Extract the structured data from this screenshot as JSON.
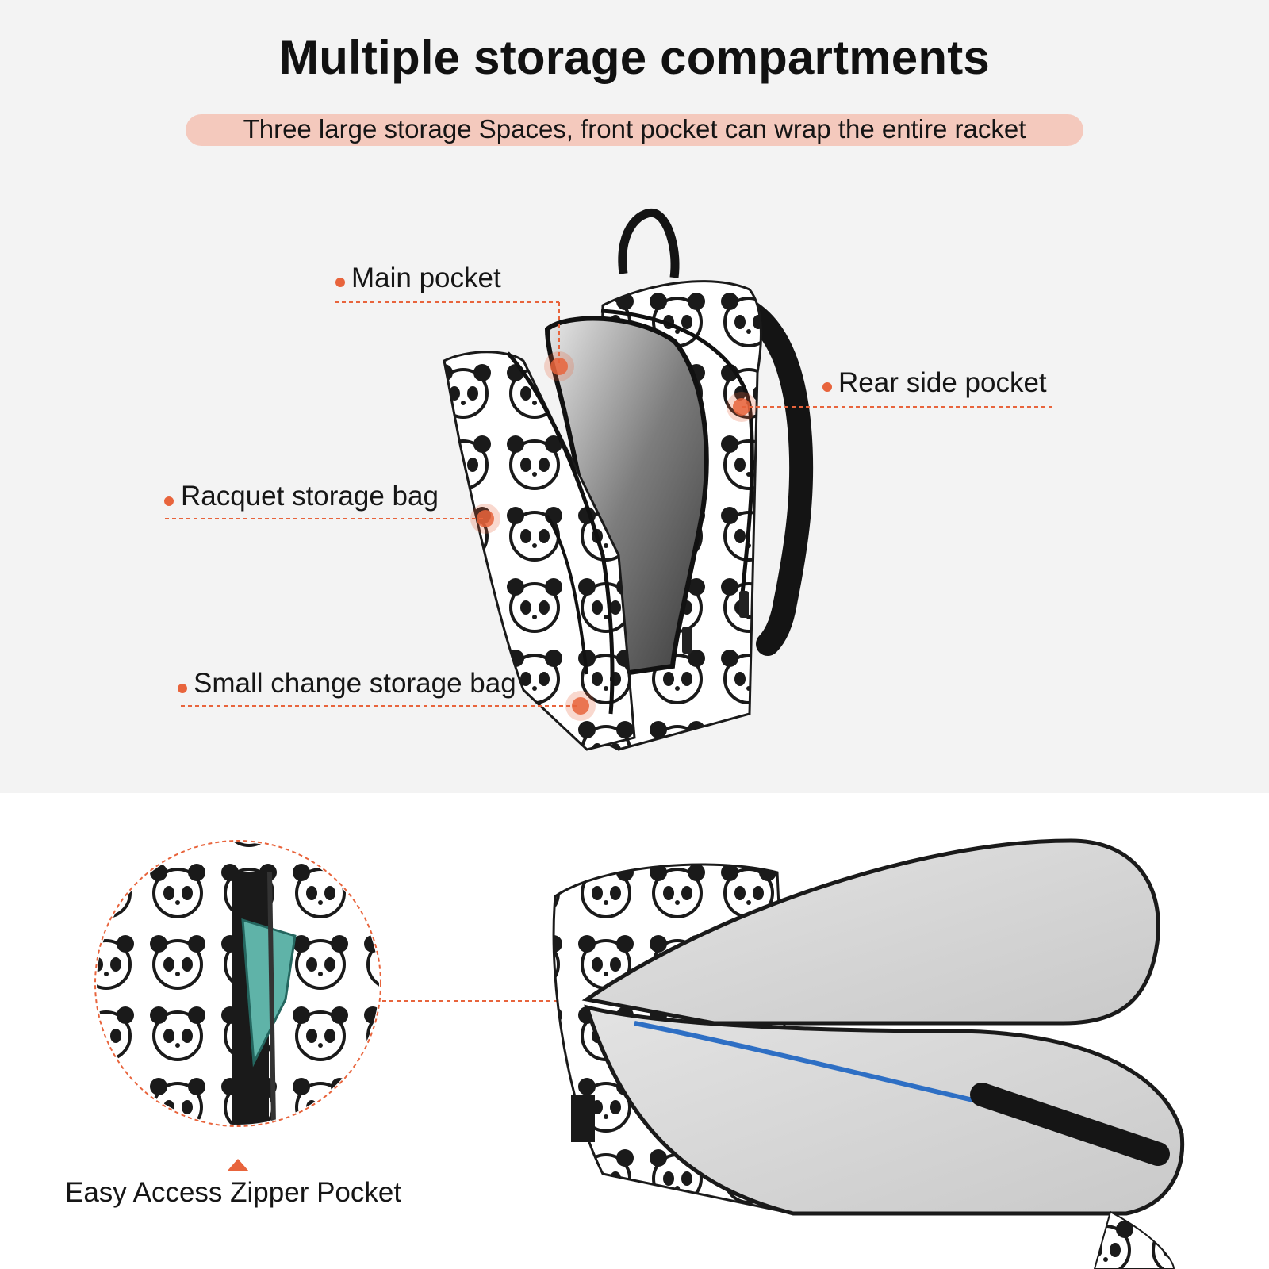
{
  "header": {
    "title": "Multiple storage compartments",
    "subtitle": "Three large storage Spaces, front pocket can wrap the entire racket"
  },
  "callouts": {
    "main_pocket": "Main pocket",
    "rear_side_pocket": "Rear side pocket",
    "racquet_storage_bag": "Racquet storage bag",
    "small_change_storage_bag": "Small change storage bag"
  },
  "detail": {
    "caption": "Easy Access Zipper Pocket"
  },
  "colors": {
    "accent": "#e8643c",
    "pill": "#f4c9bd",
    "top_background": "#f3f3f3",
    "bottom_background": "#ffffff",
    "text": "#111111"
  }
}
